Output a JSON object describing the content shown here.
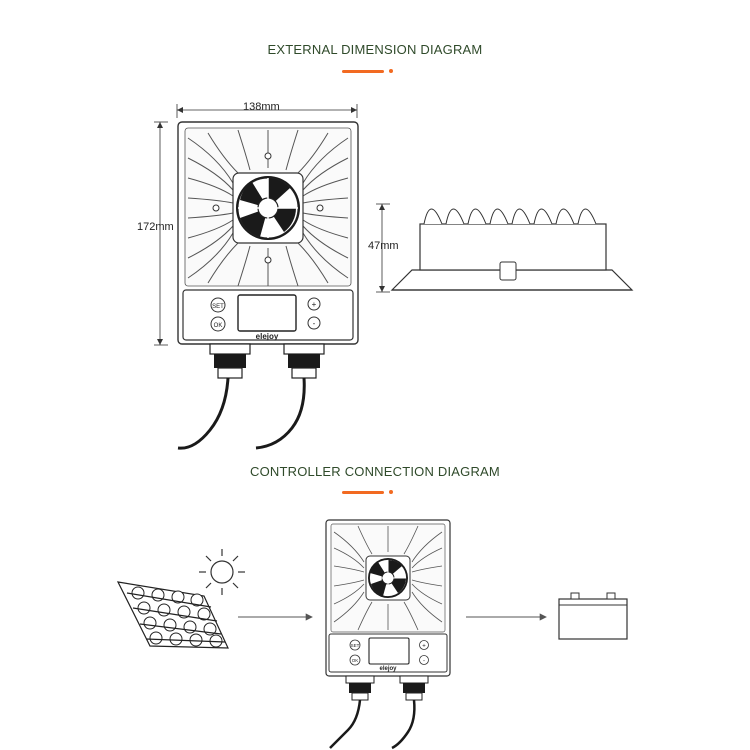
{
  "sections": {
    "dimension": {
      "title": "EXTERNAL DIMENSION DIAGRAM"
    },
    "connection": {
      "title": "CONTROLLER CONNECTION DIAGRAM"
    }
  },
  "dimensions": {
    "width": "138mm",
    "height": "172mm",
    "depth": "47mm"
  },
  "device": {
    "brand": "elejoy",
    "buttons": {
      "set": "SET",
      "ok": "OK",
      "plus": "+",
      "minus": "-"
    }
  },
  "colors": {
    "title": "#2f4a2a",
    "accent": "#f26a21",
    "line": "#333333"
  },
  "icons": [
    "sun-icon",
    "solar-panel-icon",
    "battery-icon",
    "arrow-right-icon",
    "fan-icon"
  ]
}
